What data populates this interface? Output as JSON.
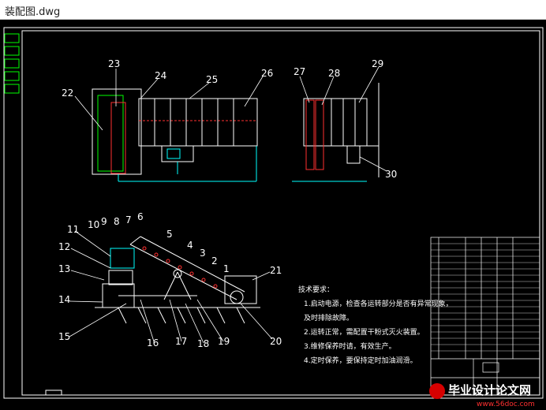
{
  "window": {
    "title": "装配图.dwg"
  },
  "drawing": {
    "part_numbers_top": [
      "22",
      "23",
      "24",
      "25",
      "26",
      "27",
      "28",
      "29",
      "30"
    ],
    "part_numbers_bottom": [
      "1",
      "2",
      "3",
      "4",
      "5",
      "6",
      "7",
      "8",
      "9",
      "10",
      "11",
      "12",
      "13",
      "14",
      "15",
      "16",
      "17",
      "18",
      "19",
      "20",
      "21"
    ],
    "tech_requirements": {
      "title": "技术要求：",
      "items": [
        "1.启动电源，检查各运转部分是否有异常现象，",
        "及时排除故障。",
        "2.运转正常，需配置干粉式灭火装置。",
        "3.维修保养时请，有效生产。",
        "4.定时保养，要保持定时加油润滑。"
      ]
    },
    "colors": {
      "background": "#000000",
      "line_white": "#ffffff",
      "line_cyan": "#00ffff",
      "line_red": "#ff3030",
      "line_green": "#00ff00",
      "line_yellow": "#ffff00"
    }
  },
  "watermark": {
    "text": "毕业设计论文网",
    "url": "www.56doc.com"
  }
}
